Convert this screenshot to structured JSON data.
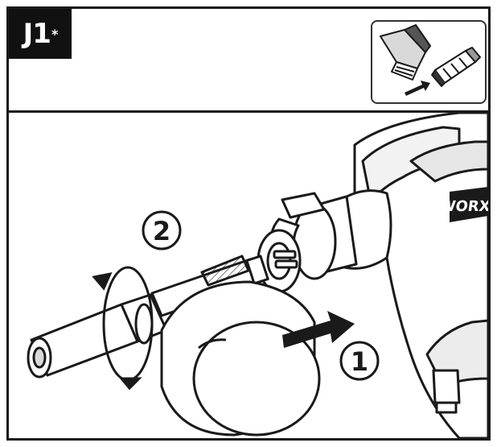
{
  "panel": {
    "label": "J1",
    "label_mark": "*"
  },
  "illustration": {
    "brand_text": "WORX"
  },
  "steps": [
    {
      "number": "1"
    },
    {
      "number": "2"
    }
  ],
  "colors": {
    "ink": "#1a1a1a",
    "fill": "#ffffff",
    "shade": "#cfcfcf"
  },
  "icons": [
    "brush-attachment-icon",
    "filter-cartridge-icon",
    "insert-arrow-icon",
    "rotate-arrow-icon",
    "push-arrow-icon"
  ]
}
